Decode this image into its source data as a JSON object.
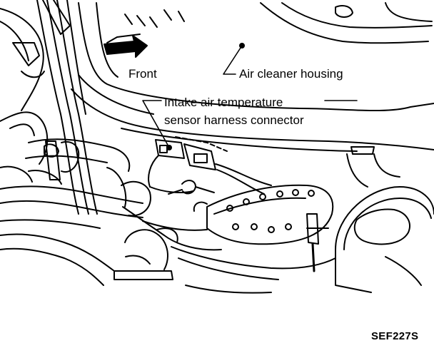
{
  "labels": {
    "front": "Front",
    "air_cleaner": "Air cleaner housing",
    "iat_line1": "Intake air temperature",
    "iat_line2": "sensor harness connector",
    "figure_code": "SEF227S"
  },
  "colors": {
    "ink": "#000000",
    "paper": "#ffffff"
  }
}
